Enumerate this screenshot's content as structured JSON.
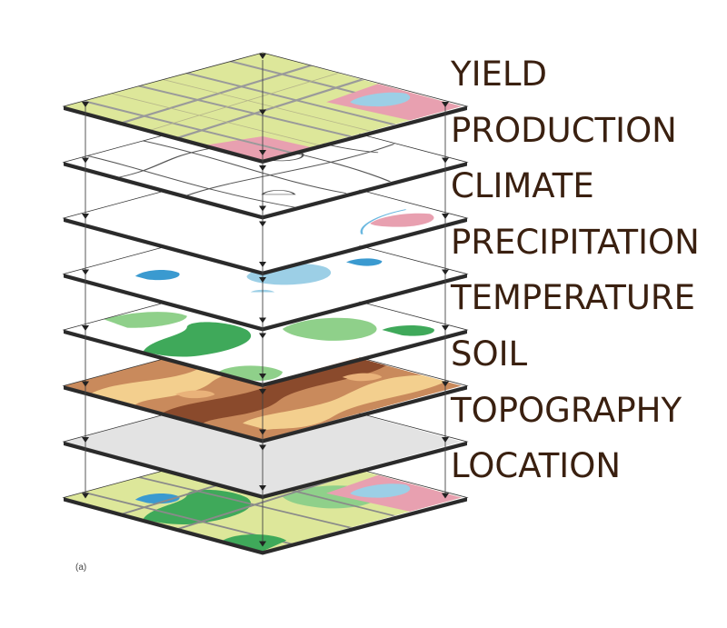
{
  "layers": [
    {
      "label": "YIELD"
    },
    {
      "label": "PRODUCTION"
    },
    {
      "label": "CLIMATE"
    },
    {
      "label": "PRECIPITATION"
    },
    {
      "label": "TEMPERATURE"
    },
    {
      "label": "SOIL"
    },
    {
      "label": "TOPOGRAPHY"
    },
    {
      "label": "LOCATION"
    }
  ],
  "caption": "(a)",
  "colors": {
    "label_text": "#3a2010",
    "map_base": "#dde79a",
    "road": "#9a9a9a",
    "water": "#9ccfe6",
    "water_dark": "#3a9ad0",
    "urban": "#e8a0b0",
    "forest": "#3fa95a",
    "forest_light": "#8fd08a",
    "soil_brown": "#b5663c",
    "soil_tan": "#f3cf8e",
    "soil_dark": "#8a4a2c",
    "topography": "#e3e3e3",
    "outline": "#222222"
  }
}
